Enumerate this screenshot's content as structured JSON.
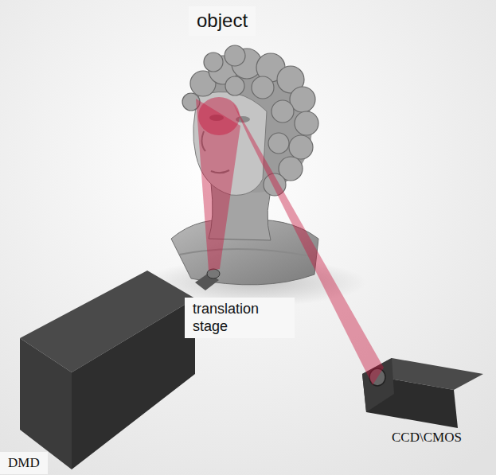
{
  "diagram": {
    "labels": [
      "object",
      "translation stage",
      "CCD\\CMOS",
      "DMD"
    ]
  }
}
